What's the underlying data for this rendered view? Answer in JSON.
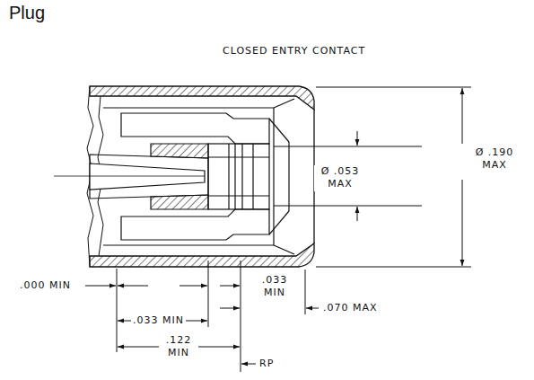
{
  "diagram": {
    "title": "Plug",
    "labels": [
      "CLOSED ENTRY CONTACT",
      "Ø .190 MAX",
      "Ø .053 MAX",
      ".000 MIN",
      ".033 MIN",
      ".070 MAX",
      ".033 MIN",
      ".122 MIN",
      "RP"
    ]
  }
}
